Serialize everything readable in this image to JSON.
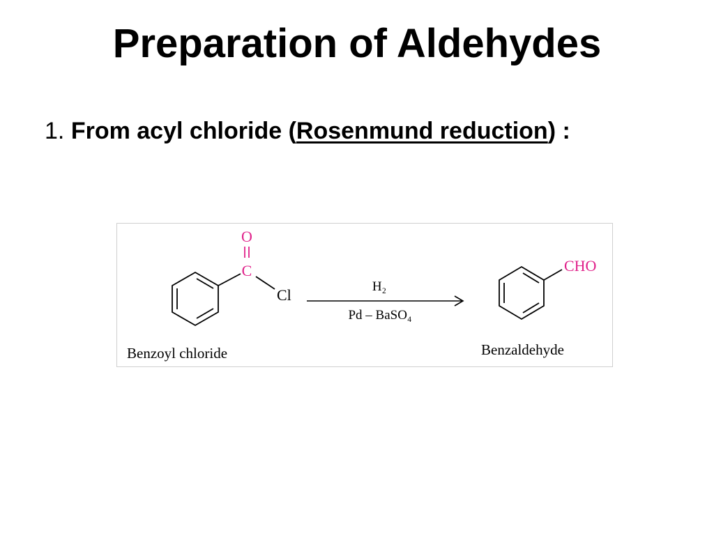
{
  "slide": {
    "title": "Preparation of Aldehydes",
    "point_number": "1.",
    "point_lead": "From acyl chloride (",
    "point_link": "Rosenmund reduction",
    "point_tail": ") :"
  },
  "reaction": {
    "reactant": {
      "name": "Benzoyl chloride",
      "atom_o": "O",
      "atom_c": "C",
      "atom_cl": "Cl"
    },
    "reagent_above": "H₂",
    "reagent_below": "Pd – BaSO₄",
    "product": {
      "name": "Benzaldehyde",
      "group": "CHO"
    }
  },
  "colors": {
    "text": "#000000",
    "carbonyl_highlight": "#e0218a",
    "figure_border": "#cfcfcf"
  }
}
